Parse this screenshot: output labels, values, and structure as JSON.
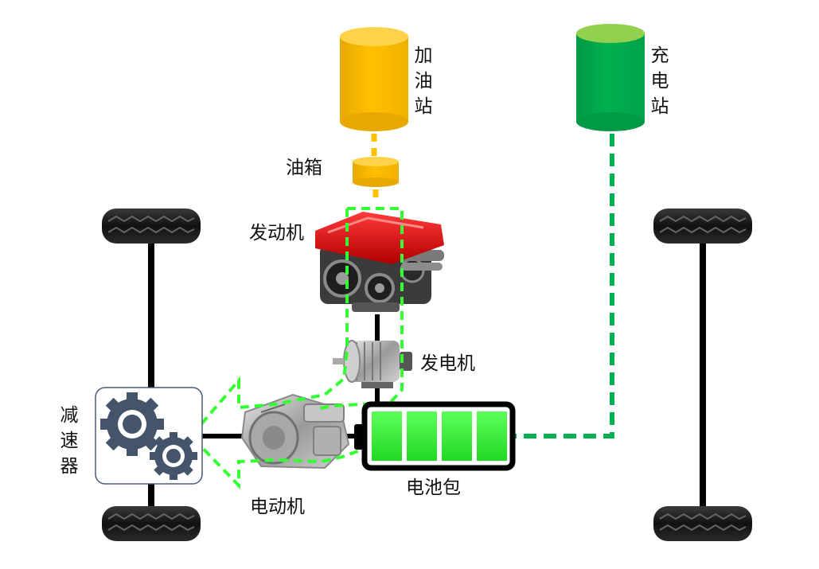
{
  "labels": {
    "gas_station": [
      "加",
      "油",
      "站"
    ],
    "charging_station": [
      "充",
      "电",
      "站"
    ],
    "fuel_tank": "油箱",
    "engine": "发动机",
    "generator": "发电机",
    "reducer": [
      "减",
      "速",
      "器"
    ],
    "motor": "电动机",
    "battery_pack": "电池包"
  },
  "colors": {
    "gas_station": "#FFC000",
    "charging_station": "#00B050",
    "fuel_link": "#FFC000",
    "charge_link": "#00B050",
    "energy_flow": "#33FF33",
    "battery_cells": "#33EE33",
    "shaft": "#000000",
    "gear": "#44546A"
  },
  "icons": {
    "engine": "engine-icon",
    "generator": "generator-icon",
    "motor": "electric-motor-icon",
    "reducer": "gear-icon",
    "tire": "tire-icon"
  },
  "battery": {
    "cells": 4
  }
}
